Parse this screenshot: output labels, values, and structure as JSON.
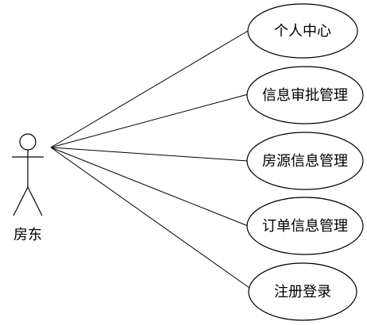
{
  "actor": {
    "label": "房东"
  },
  "use_cases": [
    {
      "label": "个人中心"
    },
    {
      "label": "信息审批管理"
    },
    {
      "label": "房源信息管理"
    },
    {
      "label": "订单信息管理"
    },
    {
      "label": "注册登录"
    }
  ]
}
